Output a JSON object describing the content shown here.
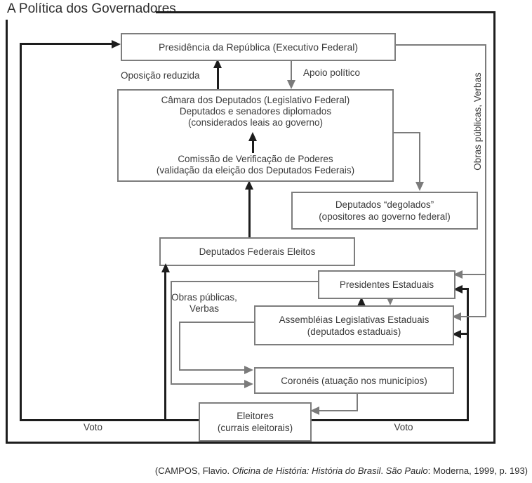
{
  "title": "A Política dos Governadores",
  "boxes": {
    "presidencia": {
      "line1": "Presidência da República (Executivo Federal)"
    },
    "camara": {
      "line1": "Câmara dos Deputados (Legislativo Federal)",
      "line2": "Deputados e senadores diplomados",
      "line3": "(considerados leais ao governo)",
      "line4": "Comissão de Verificação de Poderes",
      "line5": "(validação da eleição dos Deputados Federais)"
    },
    "degolados": {
      "line1": "Deputados “degolados”",
      "line2": "(opositores ao governo federal)"
    },
    "deputados_eleitos": {
      "line1": "Deputados Federais Eleitos"
    },
    "presidentes_estaduais": {
      "line1": "Presidentes Estaduais"
    },
    "assembleias": {
      "line1": "Assembléias Legislativas Estaduais",
      "line2": "(deputados estaduais)"
    },
    "coroneis": {
      "line1": "Coronéis (atuação nos municípios)"
    },
    "eleitores": {
      "line1": "Eleitores",
      "line2": "(currais eleitorais)"
    }
  },
  "labels": {
    "oposicao_reduzida": "Oposição reduzida",
    "apoio_politico": "Apoio político",
    "obras_verbas_vertical": "Obras públicas, Verbas",
    "obras_line1": "Obras públicas,",
    "obras_line2": "Verbas",
    "voto_left": "Voto",
    "voto_right": "Voto"
  },
  "citation": {
    "part1": "(CAMPOS, Flavio. ",
    "part2_italic": "Oficina de História: História do Brasil",
    "part3": ". ",
    "part4_italic": "São Paulo",
    "part5": ": Moderna, 1999, p. 193)"
  },
  "colors": {
    "line_black": "#1d1d1d",
    "line_gray": "#7b7b7b",
    "box_border": "#7d7d7d",
    "text": "#3a3a3a",
    "background": "#ffffff"
  }
}
